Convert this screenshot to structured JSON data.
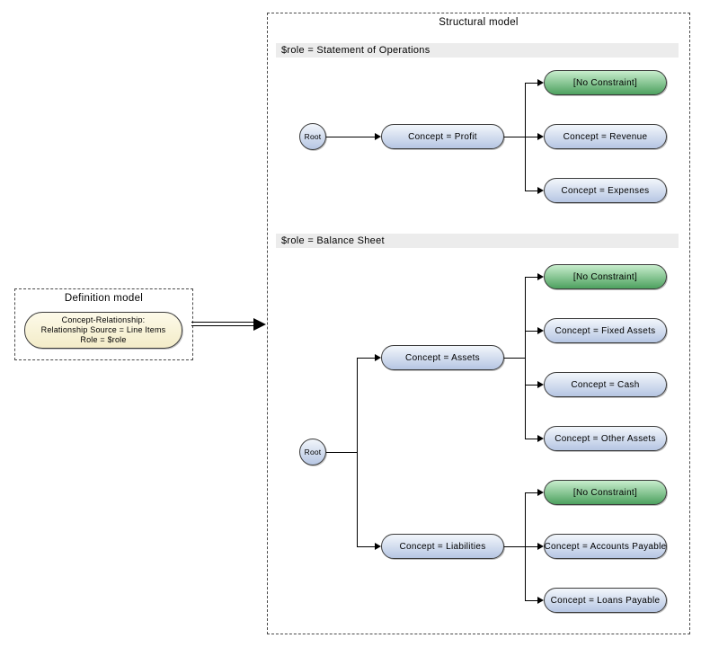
{
  "diagram": {
    "definition_model": {
      "title": "Definition model",
      "node_lines": [
        "Concept-Relationship:",
        "Relationship Source = Line Items",
        "Role = $role"
      ]
    },
    "structural_model": {
      "title": "Structural model",
      "sections": [
        {
          "role_label": "$role = Statement of Operations",
          "root_label": "Root",
          "parent": "Concept = Profit",
          "children": [
            "[No Constraint]",
            "Concept = Revenue",
            "Concept = Expenses"
          ]
        },
        {
          "role_label": "$role = Balance Sheet",
          "root_label": "Root",
          "branches": [
            {
              "parent": "Concept = Assets",
              "children": [
                "[No Constraint]",
                "Concept = Fixed Assets",
                "Concept = Cash",
                "Concept = Other Assets"
              ]
            },
            {
              "parent": "Concept = Liabilities",
              "children": [
                "[No Constraint]",
                "Concept = Accounts Payable",
                "Concept = Loans Payable"
              ]
            }
          ]
        }
      ]
    },
    "colors": {
      "concept_node_top": "#f2f6fb",
      "concept_node_bottom": "#b6c6e3",
      "no_constraint_top": "#c8edcd",
      "no_constraint_bottom": "#4da15f",
      "definition_node_top": "#fdfae9",
      "definition_node_bottom": "#f3ecc8",
      "role_band": "#ececec"
    }
  }
}
